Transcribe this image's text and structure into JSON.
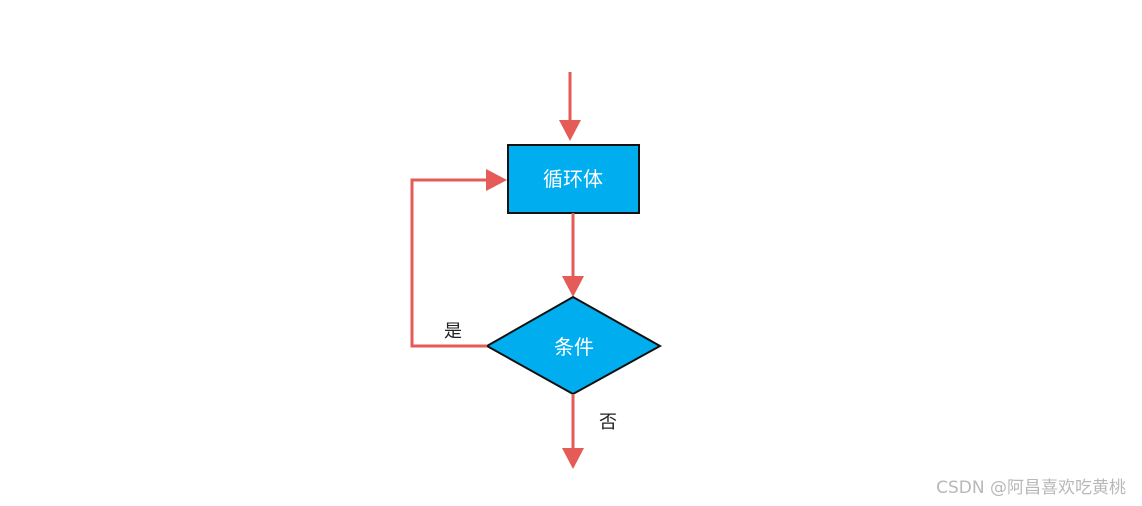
{
  "diagram": {
    "colors": {
      "node_fill": "#00AEEF",
      "node_stroke": "#111111",
      "edge": "#E45B57",
      "node_text": "#FFFFFF",
      "label_text": "#222222"
    },
    "nodes": {
      "loop_body": {
        "shape": "rectangle",
        "label": "循环体"
      },
      "condition": {
        "shape": "diamond",
        "label": "条件"
      }
    },
    "edges": {
      "yes_label": "是",
      "no_label": "否"
    }
  },
  "watermark": "CSDN @阿昌喜欢吃黄桃"
}
